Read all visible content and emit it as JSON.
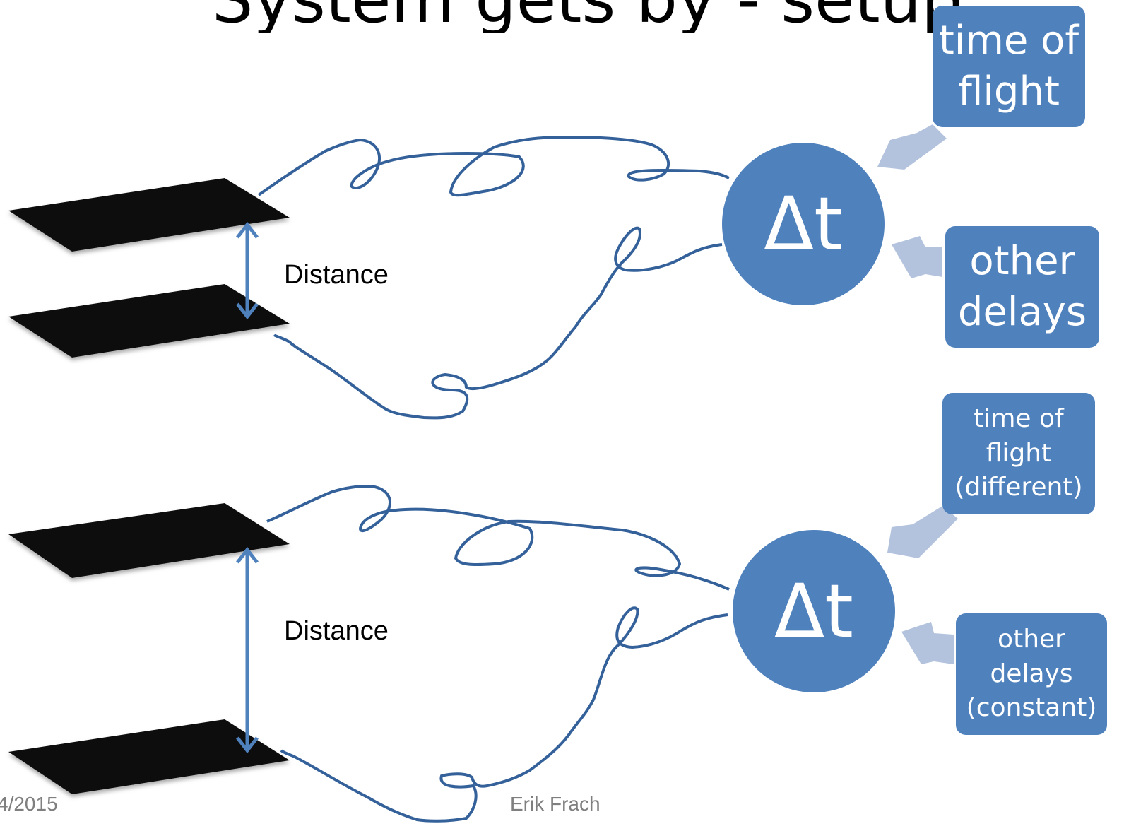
{
  "title": "System gets by - setup",
  "top": {
    "distance_label": "Distance",
    "delta_label": "Δt",
    "box_top": "time of\nflight",
    "box_bottom": "other\ndelays"
  },
  "bottom": {
    "distance_label": "Distance",
    "delta_label": "Δt",
    "box_top": "time of\nflight\n(different)",
    "box_bottom": "other\ndelays\n(constant)"
  },
  "footer": {
    "date": "4/2015",
    "author": "Erik Frach"
  },
  "colors": {
    "accent": "#4f81bd",
    "wire": "#2e5c94",
    "arrow_light": "#b3c3de",
    "plate": "#111111"
  }
}
